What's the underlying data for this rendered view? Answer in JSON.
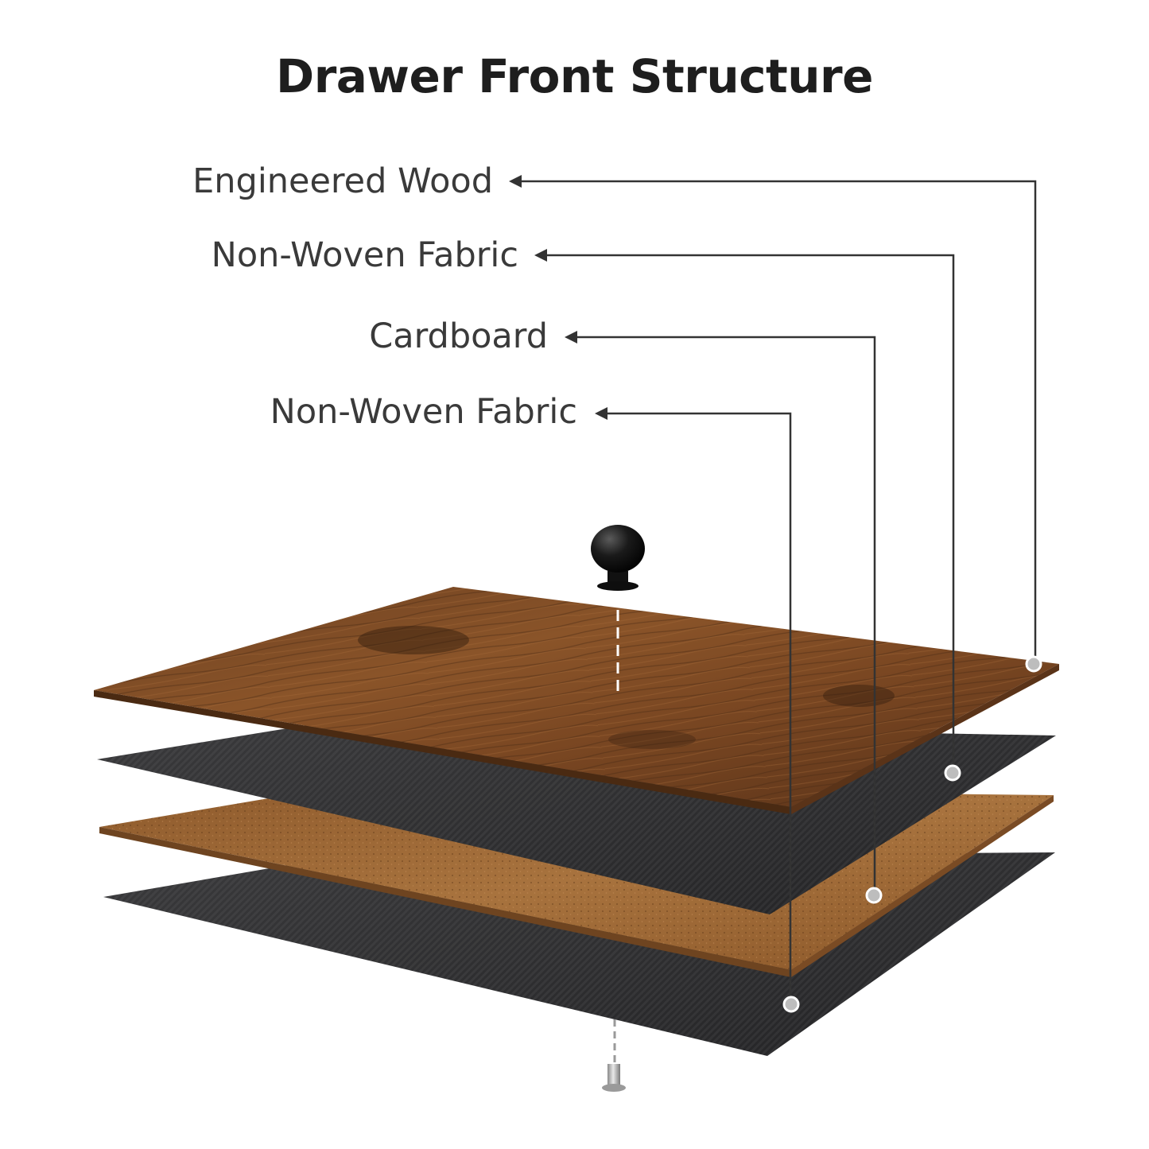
{
  "title": "Drawer Front Structure",
  "layers": [
    {
      "label": "Engineered Wood",
      "color": "#7a4a26"
    },
    {
      "label": "Non-Woven Fabric",
      "color": "#2c2c2e"
    },
    {
      "label": "Cardboard",
      "color": "#a06a3a"
    },
    {
      "label": "Non-Woven Fabric",
      "color": "#2c2c2e"
    }
  ],
  "parts": {
    "knob_color": "#151515",
    "screw_color": "#b8b8b8"
  }
}
